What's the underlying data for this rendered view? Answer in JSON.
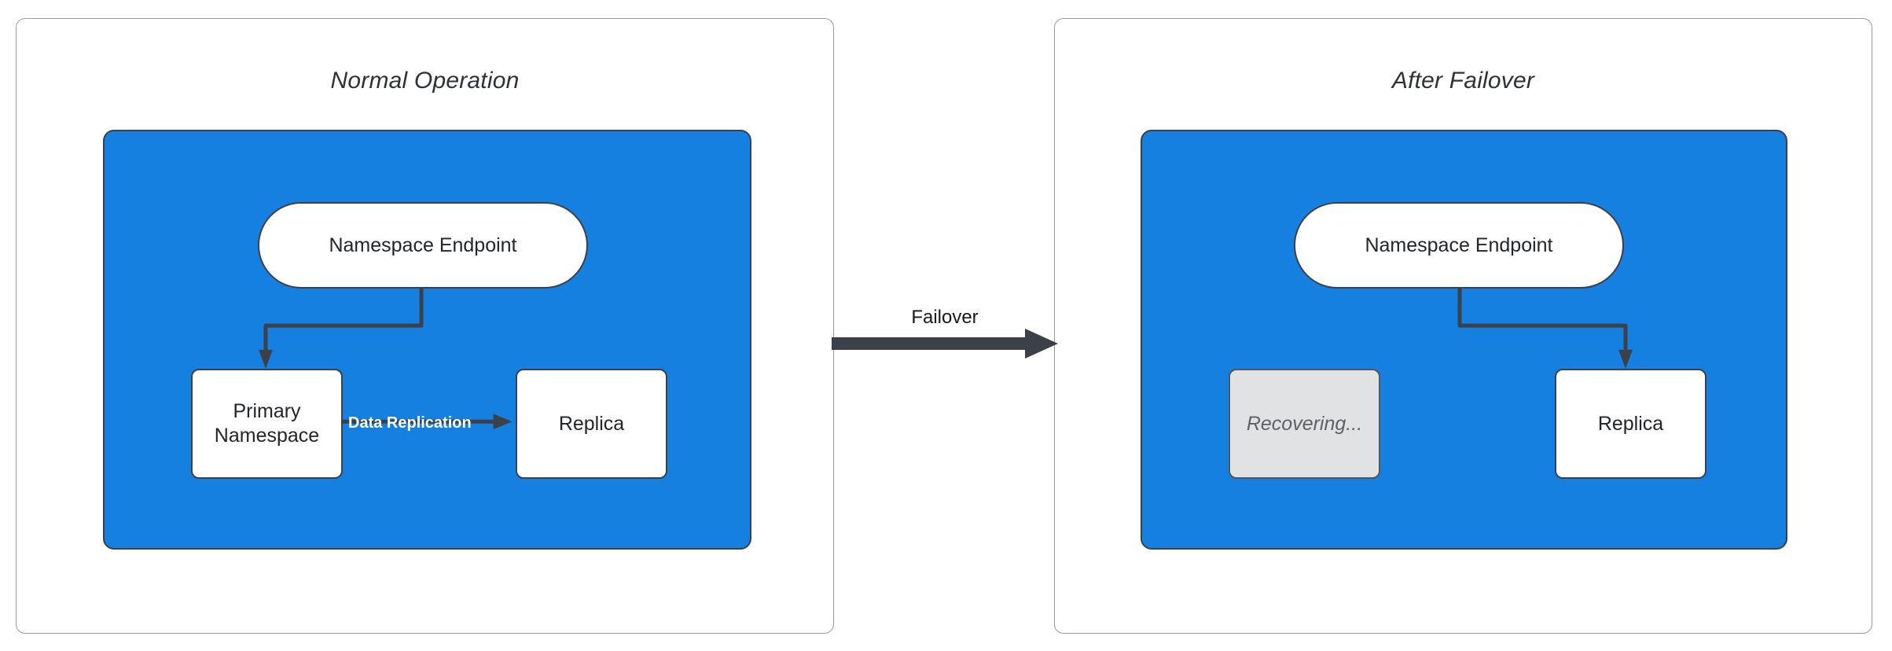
{
  "diagram": {
    "title_left": "Normal Operation",
    "title_right": "After Failover",
    "transition_label": "Failover",
    "colors": {
      "region_blue": "#1580E0",
      "stroke_dark": "#3b4049",
      "node_white": "#ffffff",
      "ghost_gray": "#E0E2E4",
      "panel_border": "#9a9a9a",
      "label_white": "#ffffff"
    }
  },
  "panels": [
    {
      "id": "normal-operation",
      "title": "Normal Operation",
      "nodes": [
        {
          "id": "endpoint",
          "label": "Namespace Endpoint",
          "shape": "pill",
          "state": "active"
        },
        {
          "id": "primary",
          "label": "Primary\nNamespace",
          "line1": "Primary",
          "line2": "Namespace",
          "shape": "box",
          "state": "active"
        },
        {
          "id": "replica",
          "label": "Replica",
          "shape": "box",
          "state": "active"
        }
      ],
      "edges": [
        {
          "from": "endpoint",
          "to": "primary",
          "label": "",
          "style": "elbow-arrow"
        },
        {
          "from": "primary",
          "to": "replica",
          "label": "Data Replication",
          "style": "straight-arrow"
        }
      ]
    },
    {
      "id": "after-failover",
      "title": "After Failover",
      "nodes": [
        {
          "id": "endpoint",
          "label": "Namespace Endpoint",
          "shape": "pill",
          "state": "active"
        },
        {
          "id": "recovering",
          "label": "Recovering...",
          "shape": "box",
          "state": "ghost"
        },
        {
          "id": "replica",
          "label": "Replica",
          "shape": "box",
          "state": "active"
        }
      ],
      "edges": [
        {
          "from": "endpoint",
          "to": "replica",
          "label": "",
          "style": "elbow-arrow"
        }
      ]
    }
  ]
}
